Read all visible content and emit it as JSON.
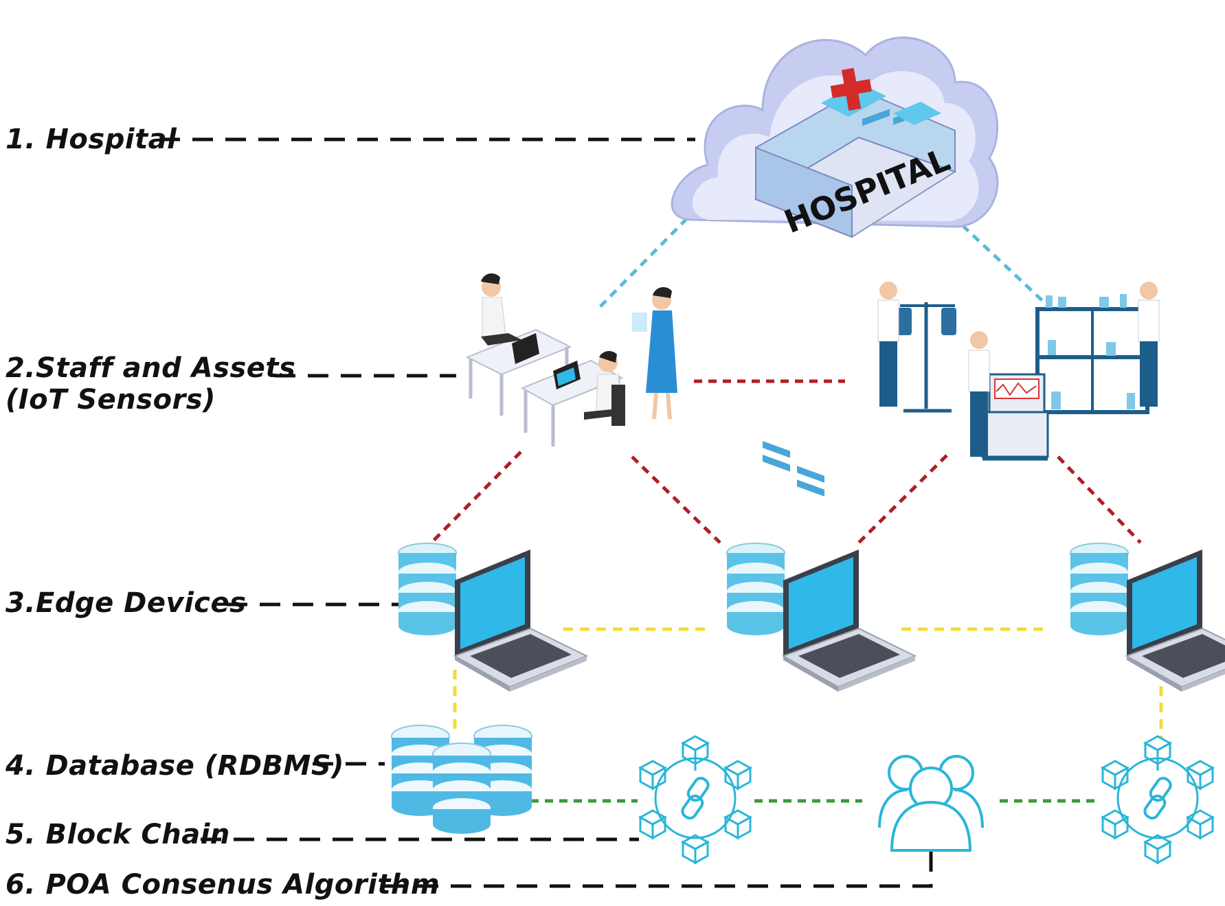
{
  "layers": [
    {
      "key": "hospital",
      "label": "1. Hospital"
    },
    {
      "key": "staff",
      "label": "2.Staff and Assets",
      "label_line2": "(IoT Sensors)"
    },
    {
      "key": "edge",
      "label": "3.Edge Devices"
    },
    {
      "key": "database",
      "label": "4. Database (RDBMS)"
    },
    {
      "key": "blockchain",
      "label": "5. Block Chain"
    },
    {
      "key": "consensus",
      "label": "6. POA Consenus Algorithm"
    }
  ],
  "hospital_sign": "HOSPITAL",
  "icons": {
    "hospital": "hospital-cloud-icon",
    "staff": "staff-office-icon",
    "assets": "medical-equipment-icon",
    "edge": "laptop-database-icon",
    "database": "database-cluster-icon",
    "blockchain": "blockchain-network-icon",
    "consensus": "user-group-icon"
  },
  "colors": {
    "leader_line": "#111111",
    "cloud_link": "#5bbcd6",
    "iot_link": "#b01e23",
    "edge_link": "#f0dc3a",
    "chain_link": "#3a9a3a",
    "icon_cyan": "#29b6d8",
    "db_blue": "#5cc3e8"
  }
}
